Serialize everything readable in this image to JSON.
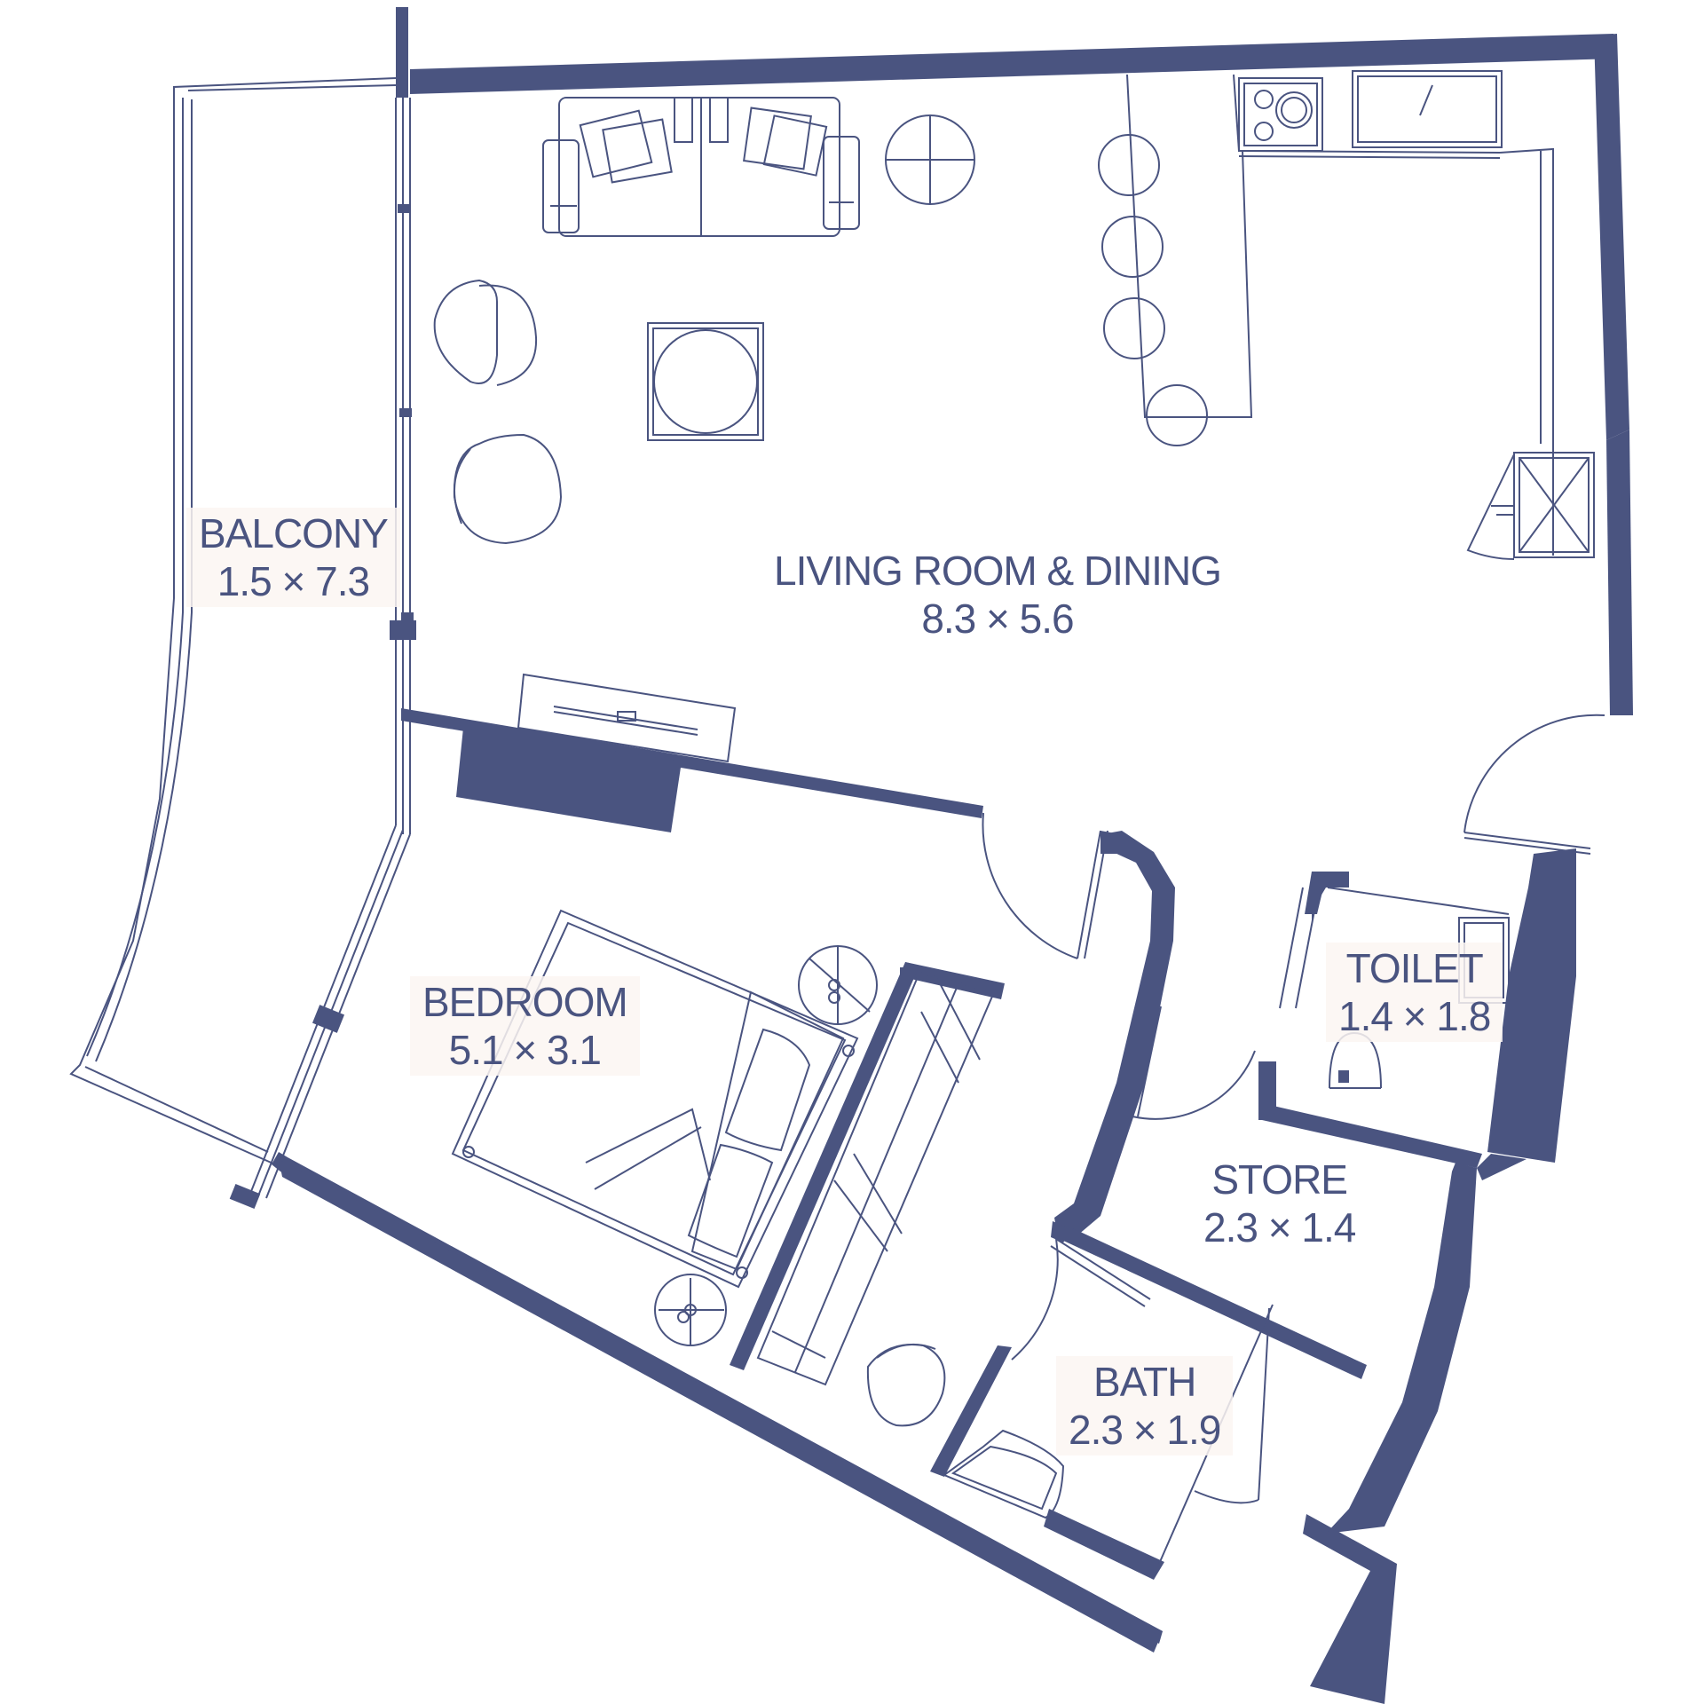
{
  "colors": {
    "wall": "#4a5480",
    "line": "#4a5480",
    "background": "#ffffff",
    "label_bg": "#fcf6f2"
  },
  "rooms": {
    "balcony": {
      "name": "BALCONY",
      "size": "1.5 × 7.3"
    },
    "living": {
      "name": "LIVING ROOM & DINING",
      "size": "8.3 × 5.6"
    },
    "bedroom": {
      "name": "BEDROOM",
      "size": "5.1 × 3.1"
    },
    "toilet": {
      "name": "TOILET",
      "size": "1.4 × 1.8"
    },
    "store": {
      "name": "STORE",
      "size": "2.3 × 1.4"
    },
    "bath": {
      "name": "BATH",
      "size": "2.3 × 1.9"
    }
  },
  "fixtures": [
    "sofa-icon",
    "armchair-icon",
    "dining-table-icon",
    "bar-stool-icon",
    "kitchen-counter-icon",
    "cooktop-icon",
    "sink-icon",
    "bed-icon",
    "nightstand-icon",
    "wardrobe-icon",
    "washbasin-icon",
    "wc-icon",
    "tv-unit-icon",
    "door-swing-icon"
  ]
}
